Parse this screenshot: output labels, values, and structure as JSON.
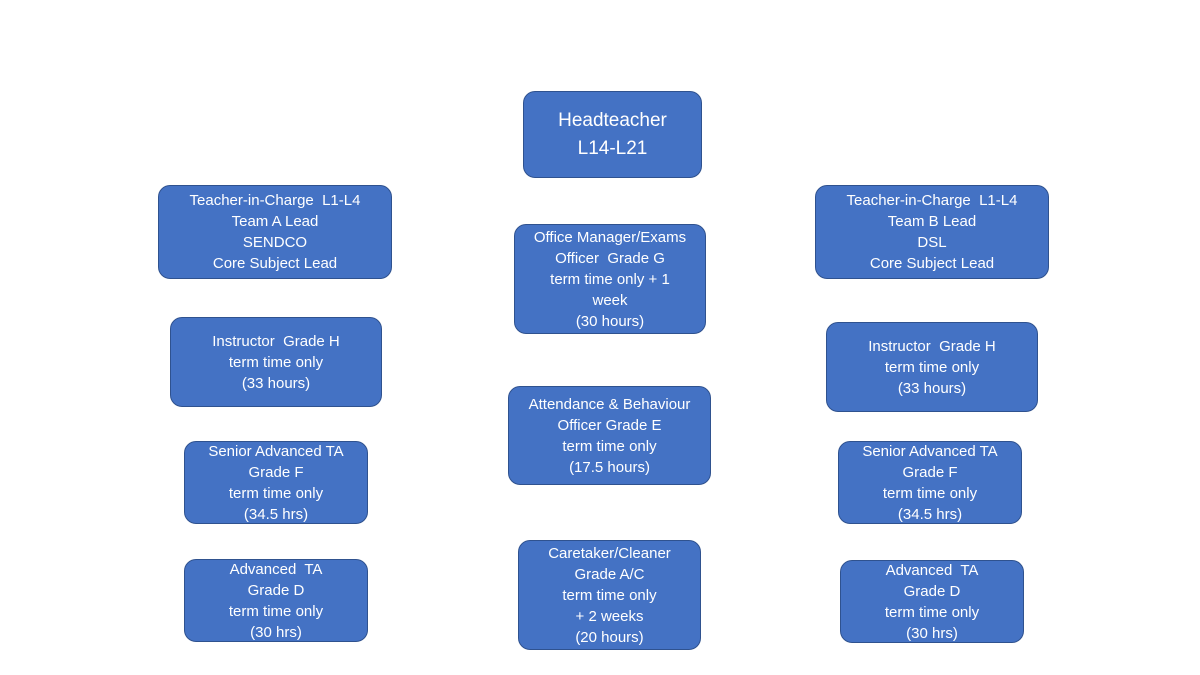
{
  "headteacher": [
    "Headteacher",
    "L14-L21"
  ],
  "teacher_in_charge_a": [
    "Teacher-in-Charge  L1-L4",
    "Team A Lead",
    "SENDCO",
    "Core Subject Lead"
  ],
  "teacher_in_charge_b": [
    "Teacher-in-Charge  L1-L4",
    "Team B Lead",
    "DSL",
    "Core Subject Lead"
  ],
  "office_manager": [
    "Office Manager/Exams",
    "Officer  Grade G",
    "term time only + 1",
    "week",
    "(30 hours)"
  ],
  "instructor_a": [
    "Instructor  Grade H",
    "term time only",
    "(33 hours)"
  ],
  "instructor_b": [
    "Instructor  Grade H",
    "term time only",
    "(33 hours)"
  ],
  "attendance_officer": [
    "Attendance & Behaviour",
    "Officer Grade E",
    "term time only",
    "(17.5 hours)"
  ],
  "senior_advanced_ta_a": [
    "Senior Advanced TA",
    "Grade F",
    "term time only",
    "(34.5 hrs)"
  ],
  "senior_advanced_ta_b": [
    "Senior Advanced TA",
    "Grade F",
    "term time only",
    "(34.5 hrs)"
  ],
  "advanced_ta_a": [
    "Advanced  TA",
    "Grade D",
    "term time only",
    "(30 hrs)"
  ],
  "caretaker_cleaner": [
    "Caretaker/Cleaner",
    "Grade A/C",
    "term time only",
    "+ 2 weeks",
    "(20 hours)"
  ],
  "advanced_ta_b": [
    "Advanced  TA",
    "Grade D",
    "term time only",
    "(30 hrs)"
  ],
  "colors": {
    "node_fill": "#4472c4",
    "node_border": "#2f528f",
    "node_text": "#ffffff",
    "background": "#ffffff"
  }
}
